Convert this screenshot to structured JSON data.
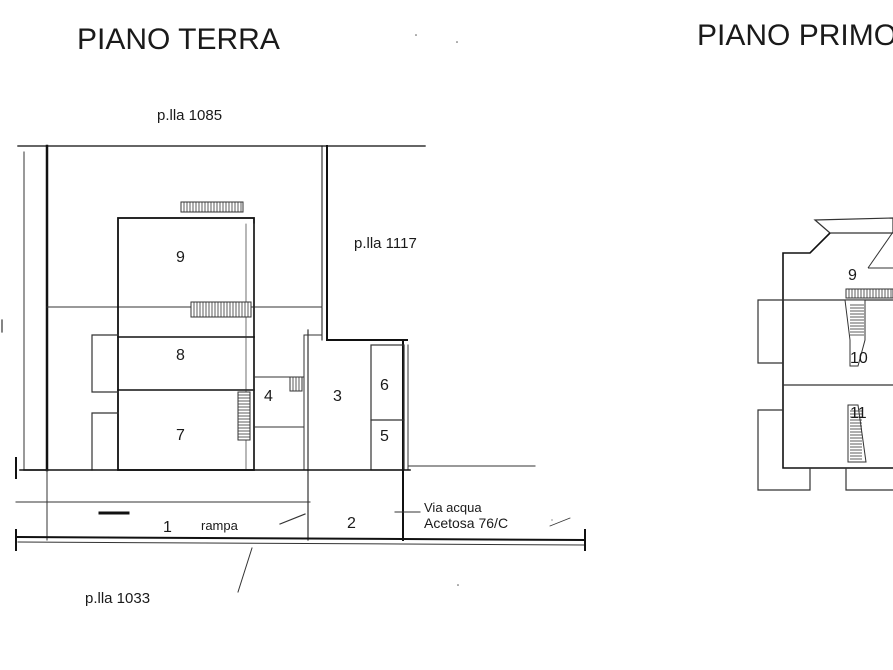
{
  "ground_floor": {
    "title": "PIANO TERRA",
    "parcel_north": "p.lla 1085",
    "parcel_east": "p.lla 1117",
    "parcel_south": "p.lla 1033",
    "rooms": [
      "9",
      "8",
      "7",
      "4",
      "3",
      "6",
      "5",
      "2",
      "1"
    ],
    "ramp_label": "rampa",
    "address_line1": "Via acqua",
    "address_line2": "Acetosa 76/C"
  },
  "first_floor": {
    "title": "PIANO PRIMO",
    "rooms": [
      "9",
      "10",
      "11"
    ]
  },
  "colors": {
    "line": "#333333",
    "text": "#1a1a1a",
    "background": "#ffffff"
  }
}
